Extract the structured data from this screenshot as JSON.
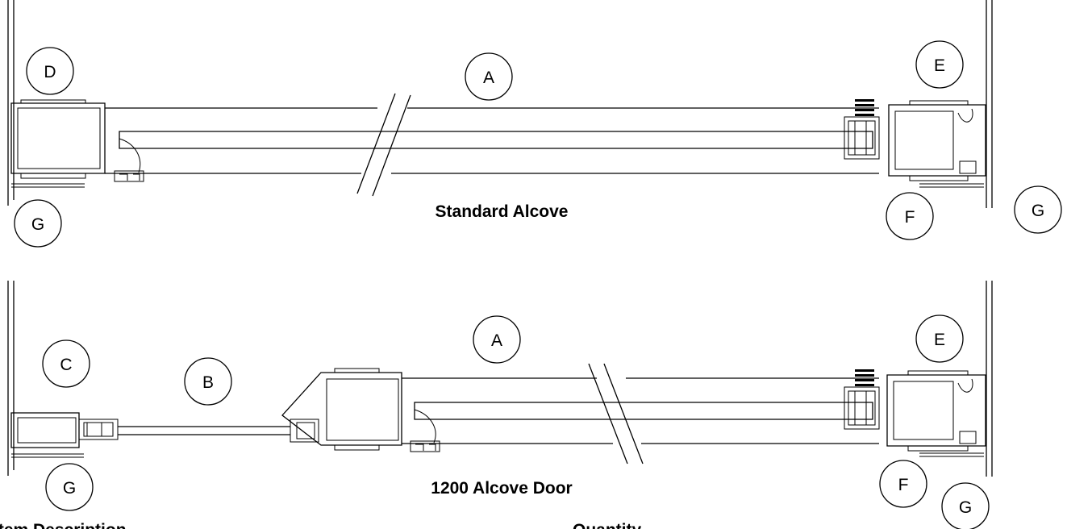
{
  "top_section": {
    "caption": "Standard Alcove",
    "labels": {
      "a": "A",
      "d": "D",
      "e": "E",
      "f": "F",
      "g_left": "G",
      "g_right": "G"
    }
  },
  "bottom_section": {
    "caption": "1200 Alcove Door",
    "labels": {
      "a": "A",
      "b": "B",
      "c": "C",
      "e": "E",
      "f": "F",
      "g_left": "G",
      "g_right": "G"
    }
  },
  "table_headers": {
    "description": "Item   Description",
    "quantity": "Quantity"
  }
}
